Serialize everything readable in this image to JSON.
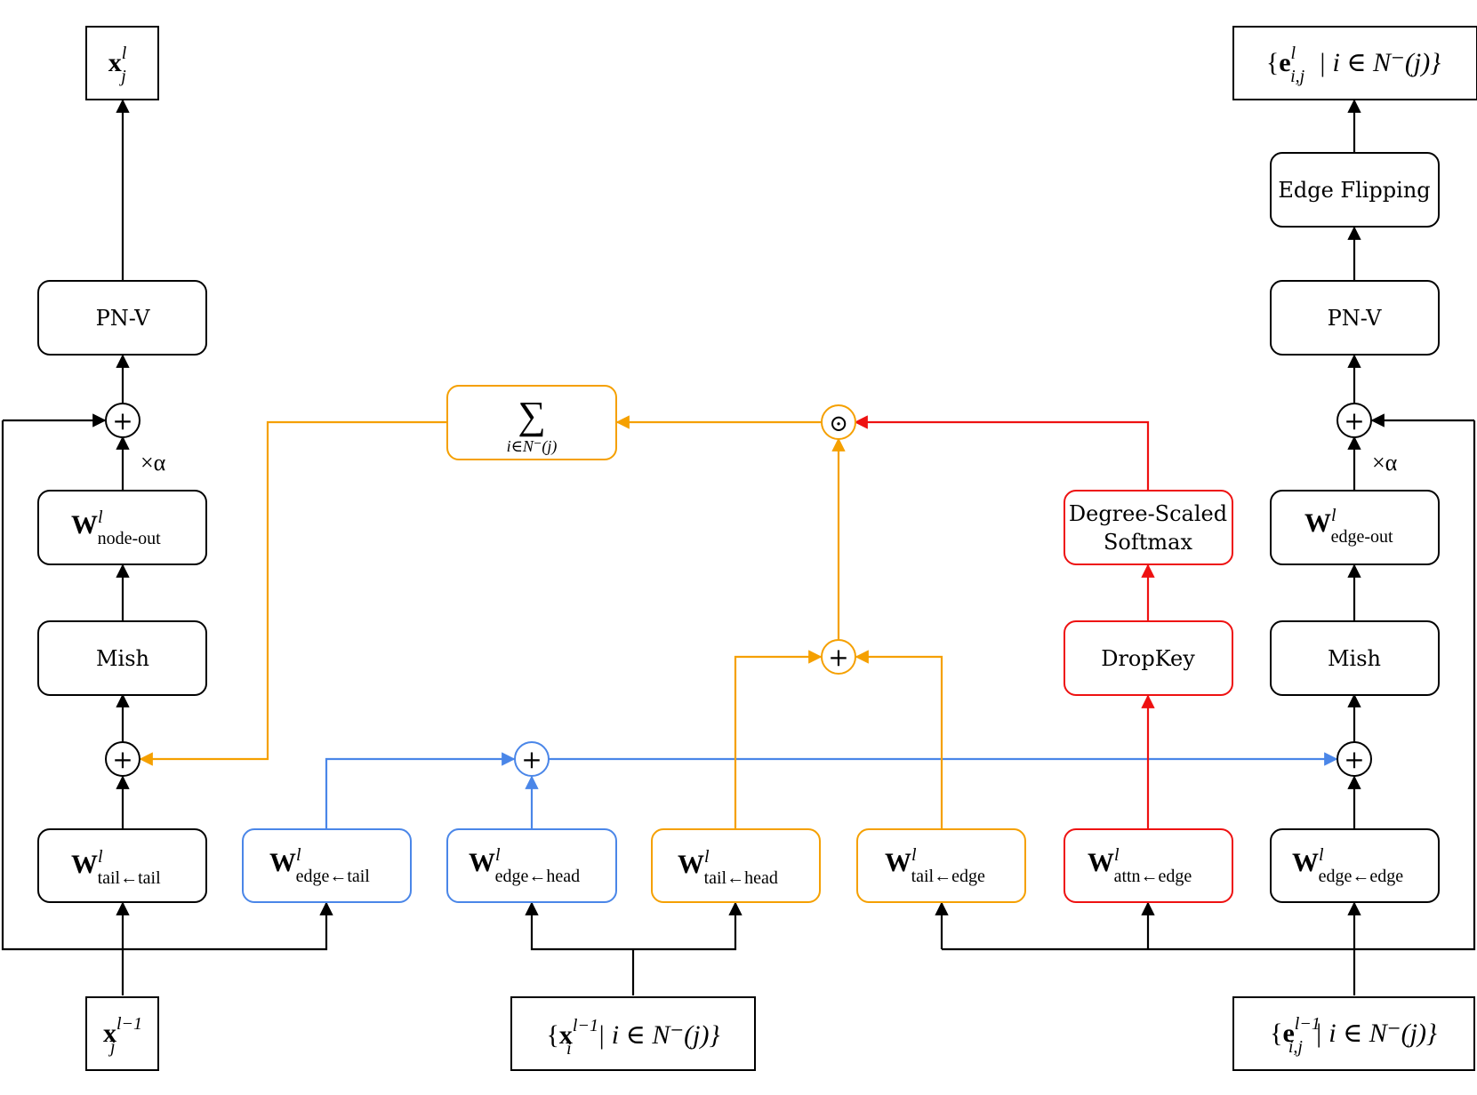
{
  "colors": {
    "black": "#000000",
    "blue": "#4a86e8",
    "orange": "#f5a000",
    "red": "#ee1111"
  },
  "io": {
    "node_in": {
      "lead": "",
      "sym": "x",
      "sup": "l−1",
      "sub": "j",
      "tail": ""
    },
    "nbr_in": {
      "lead": "{",
      "sym": "x",
      "sup": "l−1",
      "sub": "i",
      "tail": " | i ∈ N⁻(j)}"
    },
    "edge_in": {
      "lead": "{",
      "sym": "e",
      "sup": "l−1",
      "sub": "i,j",
      "tail": " | i ∈ N⁻(j)}"
    },
    "node_out": {
      "lead": "",
      "sym": "x",
      "sup": "l",
      "sub": "j",
      "tail": ""
    },
    "edge_out": {
      "lead": "{",
      "sym": "e",
      "sup": "l",
      "sub": "i,j",
      "tail": " | i ∈ N⁻(j)}"
    }
  },
  "weights": {
    "tail_tail": {
      "sym": "W",
      "sup": "l",
      "sub": "tail←tail"
    },
    "edge_tail": {
      "sym": "W",
      "sup": "l",
      "sub": "edge←tail"
    },
    "edge_head": {
      "sym": "W",
      "sup": "l",
      "sub": "edge←head"
    },
    "tail_head": {
      "sym": "W",
      "sup": "l",
      "sub": "tail←head"
    },
    "tail_edge": {
      "sym": "W",
      "sup": "l",
      "sub": "tail←edge"
    },
    "attn_edge": {
      "sym": "W",
      "sup": "l",
      "sub": "attn←edge"
    },
    "edge_edge": {
      "sym": "W",
      "sup": "l",
      "sub": "edge←edge"
    },
    "node_out": {
      "sym": "W",
      "sup": "l",
      "sub": "node-out"
    },
    "edge_out": {
      "sym": "W",
      "sup": "l",
      "sub": "edge-out"
    }
  },
  "ops": {
    "pnv_left": "PN-V",
    "pnv_right": "PN-V",
    "mish_left": "Mish",
    "mish_right": "Mish",
    "edge_flipping": "Edge Flipping",
    "softmax_line1": "Degree-Scaled",
    "softmax_line2": "Softmax",
    "dropkey": "DropKey",
    "sum_symbol": "∑",
    "sum_sub": "i∈N⁻(j)"
  },
  "symbols": {
    "plus": "+",
    "odot": "⊙",
    "scale_left": "×α",
    "scale_right": "×α"
  }
}
